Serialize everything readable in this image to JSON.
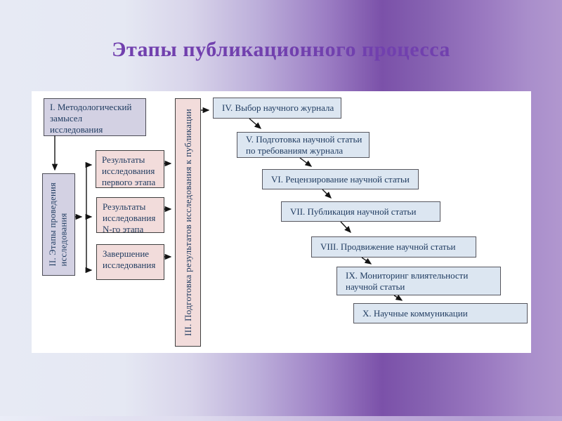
{
  "slide": {
    "title": "Этапы публикационного процесса"
  },
  "colors": {
    "title_text": "#7140ae",
    "background_purple": "#7b51a9",
    "panel_bg": "#ffffff",
    "lavender_fill": "#d3d1e3",
    "pink_fill": "#f2dcdb",
    "blue_fill": "#dce6f1",
    "box_text": "#1e3a5f",
    "arrow": "#141414"
  },
  "diagram": {
    "box_i": {
      "label": "I. Методологический\nзамысел\nисследования"
    },
    "box_ii": {
      "label": "II. Этапы проведения\nисследования"
    },
    "results": [
      {
        "label": "Результаты\nисследования\nпервого этапа"
      },
      {
        "label": "Результаты\nисследования\nN-го этапа"
      },
      {
        "label": "Завершение\nисследования"
      }
    ],
    "box_iii": {
      "label": "III. Подготовка результатов исследования к публикации"
    },
    "cascade": [
      {
        "label": "IV. Выбор научного журнала"
      },
      {
        "label": "V. Подготовка научной статьи\nпо требованиям журнала"
      },
      {
        "label": "VI. Рецензирование научной статьи"
      },
      {
        "label": "VII. Публикация научной статьи"
      },
      {
        "label": "VIII. Продвижение научной статьи"
      },
      {
        "label": "IX. Мониторинг влиятельности\nнаучной статьи"
      },
      {
        "label": "X. Научные коммуникации"
      }
    ]
  }
}
